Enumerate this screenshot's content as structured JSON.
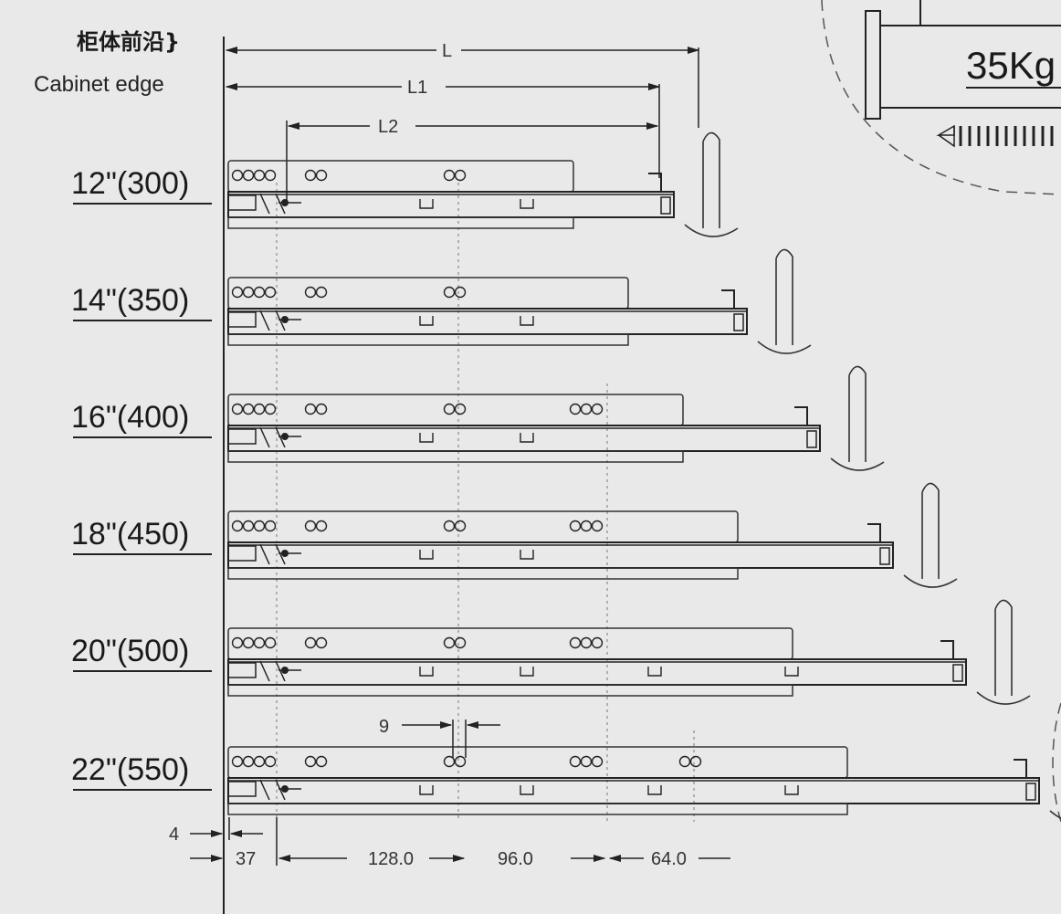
{
  "header": {
    "cabinet_edge_cn": "柜体前沿}",
    "cabinet_edge_en": "Cabinet edge"
  },
  "dimensions": {
    "L": "L",
    "L1": "L1",
    "L2": "L2",
    "hole_gap": "9",
    "offset_small": "4",
    "offset_first": "37",
    "spacing_a": "128.0",
    "spacing_b": "96.0",
    "spacing_c": "64.0"
  },
  "inset": {
    "load_label": "35Kg"
  },
  "slides": [
    {
      "label": "12\"(300)",
      "length_mm": 300
    },
    {
      "label": "14\"(350)",
      "length_mm": 350
    },
    {
      "label": "16\"(400)",
      "length_mm": 400
    },
    {
      "label": "18\"(450)",
      "length_mm": 450
    },
    {
      "label": "20\"(500)",
      "length_mm": 500
    },
    {
      "label": "22\"(550)",
      "length_mm": 550
    }
  ],
  "colors": {
    "background": "#e9e9e9",
    "ink": "#222222"
  }
}
